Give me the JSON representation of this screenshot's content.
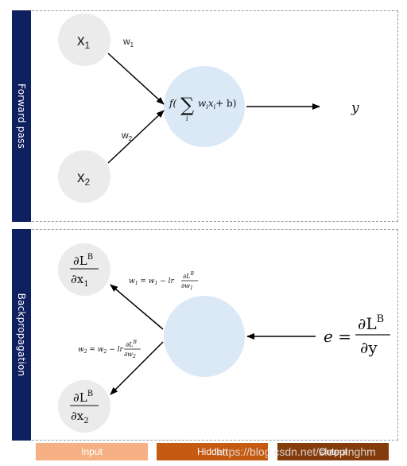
{
  "sections": {
    "forward_label": "Forward pass",
    "backward_label": "Backpropagation"
  },
  "forward": {
    "x1": "x",
    "x1_sub": "1",
    "x2": "x",
    "x2_sub": "2",
    "w1": "w",
    "w1_sub": "1",
    "w2": "w",
    "w2_sub": "2",
    "neuron_f": "f(",
    "neuron_sum": "∑",
    "neuron_sum_idx": "i",
    "neuron_w": "w",
    "neuron_w_sub": "i",
    "neuron_x": "x",
    "neuron_x_sub": "i",
    "neuron_tail": "+ b)",
    "output": "y"
  },
  "backward": {
    "grad_num": "∂L",
    "grad_sup": "B",
    "grad_den1": "∂x",
    "grad_den1_sub": "1",
    "grad_den2": "∂x",
    "grad_den2_sub": "2",
    "update1_lhs": "w",
    "update1_lhs_sub": "1",
    "update1_mid": " = w",
    "update1_mid_sub": "1",
    "update1_lr": " − lr",
    "update1_frac_num": "∂L",
    "update1_frac_sup": "B",
    "update1_frac_den": "∂w",
    "update1_frac_den_sub": "1",
    "update2_lhs": "w",
    "update2_lhs_sub": "2",
    "update2_mid": " = w",
    "update2_mid_sub": "2",
    "update2_lr": " − lr",
    "update2_frac_num": "∂L",
    "update2_frac_sup": "B",
    "update2_frac_den": "∂w",
    "update2_frac_den_sub": "2",
    "error_lhs": "e =",
    "error_num": "∂L",
    "error_sup": "B",
    "error_den": "∂y"
  },
  "legend": {
    "input": "Input",
    "hidden": "Hidden",
    "output": "Output"
  },
  "watermark": "https://blog.csdn.net/sleepinghm",
  "colors": {
    "sidebar": "#0f2060",
    "input_node": "#ebebeb",
    "hidden_node": "#dbe8f6",
    "legend_input": "#f5b183",
    "legend_hidden": "#c55a11",
    "legend_output": "#843c0c"
  }
}
